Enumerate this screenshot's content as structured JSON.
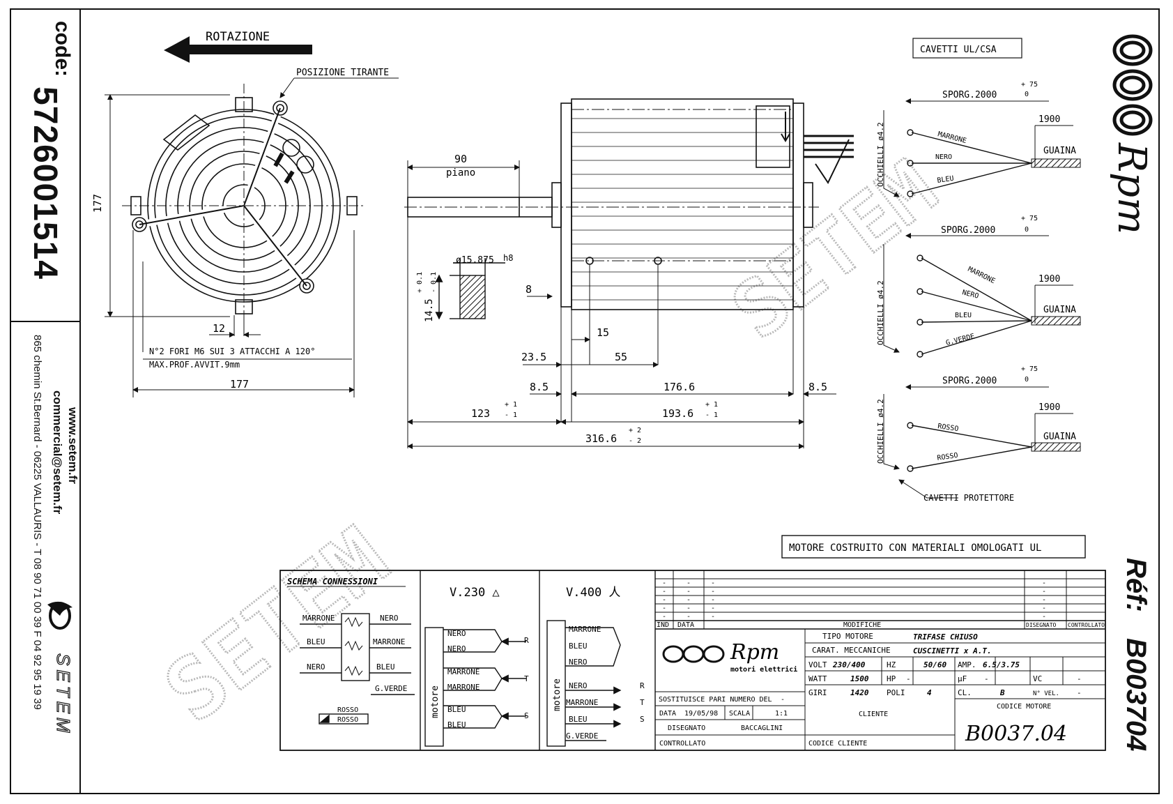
{
  "sidebar": {
    "code_label": "code:",
    "code_value": "5726001514",
    "website": "www.setem.fr",
    "email": "commercial@setem.fr",
    "address": "865 chemin St.Bernard  -  06225 VALLAURIS  -  T 08 90 71 00 39   F 04 92 95 19 39",
    "brand": "SETEM",
    "ref_label": "Réf:",
    "ref_value": "B003704"
  },
  "front_view": {
    "rotation_label": "ROTAZIONE",
    "tie_rod_label": "POSIZIONE TIRANTE",
    "dim_height": "177",
    "dim_width": "177",
    "dim_hole": "12",
    "note_line1": "N°2 FORI M6 SUI 3 ATTACCHI A 120°",
    "note_line2": "MAX.PROF.AVVIT.9mm"
  },
  "side_view": {
    "shaft_len": "90",
    "shaft_note": "piano",
    "shaft_dia": "ø15.875",
    "shaft_tol": "h8",
    "flat_dim": "14.5",
    "flat_tol_up": "+ 0.1",
    "flat_tol_dn": "- 0.1",
    "dim_8": "8",
    "dim_15": "15",
    "dim_23_5": "23.5",
    "dim_55": "55",
    "dim_8_5_left": "8.5",
    "dim_176_6": "176.6",
    "dim_8_5_right": "8.5",
    "dim_123": "123",
    "tol_123_up": "+ 1",
    "tol_123_dn": "- 1",
    "dim_193_6": "193.6",
    "tol_193_up": "+ 1",
    "tol_193_dn": "- 1",
    "dim_316_6": "316.6",
    "tol_316_up": "+ 2",
    "tol_316_dn": "- 2"
  },
  "cables": {
    "header": "CAVETTI UL/CSA",
    "sporg": "SPORG.2000",
    "sporg_tol_up": "+ 75",
    "sporg_tol_dn": "0",
    "occhielli": "OCCHIELLI ø4.2",
    "len_1900": "1900",
    "guaina": "GUAINA",
    "group1": [
      "MARRONE",
      "NERO",
      "BLEU"
    ],
    "group2": [
      "MARRONE",
      "NERO",
      "BLEU",
      "G.VERDE"
    ],
    "group3": [
      "ROSSO",
      "ROSSO"
    ],
    "protector": "CAVETTI PROTETTORE"
  },
  "ul_note": "MOTORE COSTRUITO CON MATERIALI OMOLOGATI UL",
  "connections": {
    "title": "SCHEMA CONNESSIONI",
    "left_labels": [
      "MARRONE",
      "BLEU",
      "NERO"
    ],
    "right_labels": [
      "NERO",
      "MARRONE",
      "BLEU",
      "G.VERDE"
    ],
    "thermal": [
      "ROSSO",
      "ROSSO"
    ],
    "v230_label": "V.230 △",
    "v230_wires": [
      "NERO",
      "NERO",
      "MARRONE",
      "MARRONE",
      "BLEU",
      "BLEU"
    ],
    "v230_phases": [
      "R",
      "T",
      "S"
    ],
    "v400_label": "V.400 人",
    "v400_wires": [
      "MARRONE",
      "BLEU",
      "NERO"
    ],
    "v400_out": [
      "NERO",
      "MARRONE",
      "BLEU",
      "G.VERDE"
    ],
    "v400_phases": [
      "R",
      "T",
      "S"
    ],
    "motor_label": "motore"
  },
  "title_block": {
    "rev_cols": [
      "IND",
      "DATA",
      "MODIFICHE",
      "DISEGNATO",
      "CONTROLLATO"
    ],
    "dash": "-",
    "brand": "Rpm",
    "brand_sub": "motori elettrici",
    "tipo_motore_label": "TIPO MOTORE",
    "tipo_motore": "TRIFASE CHIUSO",
    "carat_label": "CARAT. MECCANICHE",
    "carat": "CUSCINETTI x A.T.",
    "volt_label": "VOLT",
    "volt": "230/400",
    "hz_label": "HZ",
    "hz": "50/60",
    "amp_label": "AMP.",
    "amp": "6.5/3.75",
    "watt_label": "WATT",
    "watt": "1500",
    "hp_label": "HP",
    "uf_label": "µF",
    "vc_label": "VC",
    "giri_label": "GIRI",
    "giri": "1420",
    "poli_label": "POLI",
    "poli": "4",
    "cl_label": "CL.",
    "cl": "B",
    "nvel_label": "N° VEL.",
    "sostituisce": "SOSTITUISCE PARI NUMERO DEL",
    "data_label": "DATA",
    "data": "19/05/98",
    "scala_label": "SCALA",
    "scala": "1:1",
    "disegnato_label": "DISEGNATO",
    "disegnato": "BACCAGLINI",
    "controllato_label": "CONTROLLATO",
    "cliente_label": "CLIENTE",
    "codice_cliente_label": "CODICE CLIENTE",
    "codice_motore_label": "CODICE MOTORE",
    "codice_motore": "B0037.04"
  },
  "watermark": "SETEM",
  "colors": {
    "ink": "#111111",
    "watermark": "#b9b9b9"
  }
}
